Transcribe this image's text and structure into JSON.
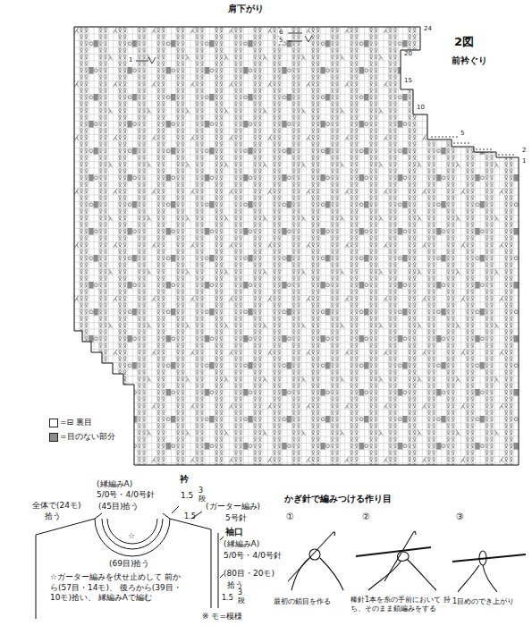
{
  "diagram": {
    "labels": [
      "肩下がり",
      "2図",
      "前衿ぐり",
      "24",
      "20",
      "15",
      "10",
      "5",
      "2",
      "1",
      "6",
      "5",
      "1",
      "(縁編みA)",
      "5/0号・4/0号針",
      "衿",
      "3",
      "段",
      "1.5",
      "(ガーター編み)",
      "1.5",
      "5号針",
      "全体で(24モ)",
      "拾う",
      "(45目)拾う",
      "☆",
      "(69目)拾う",
      "袖口",
      "(縁編みA)",
      "5/0号・4/0号針",
      "(80目・20モ)",
      "拾う",
      "1.5",
      "3",
      "段",
      "☆ガーター編みを伏せ止めして 前から(57目・14モ)、 後ろから(39目・10モ)拾い、 縁編みAで編む",
      "※ モ=模様",
      "かぎ針で編みつける作り目",
      "①",
      "②",
      "③",
      "最初の鎖目を作る",
      "棒針1本を糸の手前において 持ち、そのまま鎖編みをする",
      "1目めのでき上がり"
    ],
    "legend": [
      {
        "text": "=⊟ 裏目",
        "color": "#ffffff"
      },
      {
        "text": "=目のない部分",
        "color": "#8c8c8c"
      }
    ]
  }
}
